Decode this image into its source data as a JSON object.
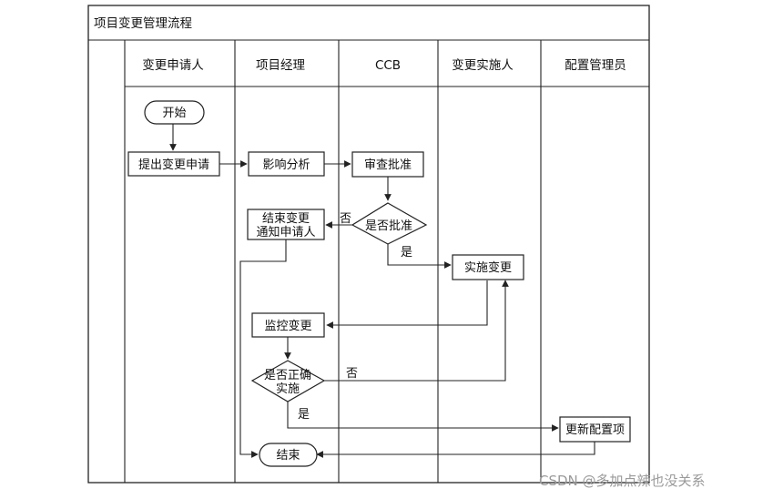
{
  "title": "项目变更管理流程",
  "lanes": [
    "变更申请人",
    "项目经理",
    "CCB",
    "变更实施人",
    "配置管理员"
  ],
  "nodes": {
    "start": "开始",
    "submit": "提出变更申请",
    "impact": "影响分析",
    "review": "审查批准",
    "approved_q": "是否批准",
    "notify_line1": "结束变更",
    "notify_line2": "通知申请人",
    "implement": "实施变更",
    "monitor": "监控变更",
    "correct_q_line1": "是否正确",
    "correct_q_line2": "实施",
    "update_config": "更新配置项",
    "end": "结束"
  },
  "edge_labels": {
    "approve_no": "否",
    "approve_yes": "是",
    "correct_no": "否",
    "correct_yes": "是"
  },
  "watermark": "CSDN @多加点辣也没关系"
}
